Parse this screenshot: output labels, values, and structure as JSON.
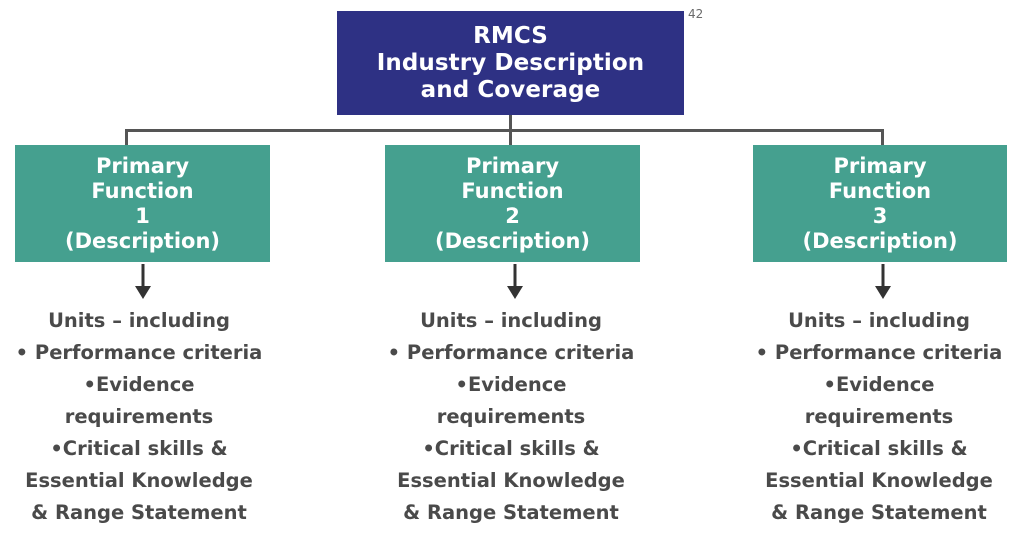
{
  "page": {
    "page_number": "42",
    "background_color": "#ffffff"
  },
  "colors": {
    "root_box": "#2E3184",
    "function_box": "#45A08F",
    "connector": "#555555",
    "detail_text": "#4A4A4A",
    "box_text": "#ffffff"
  },
  "diagram": {
    "type": "hierarchy-tree",
    "root": {
      "lines": [
        "RMCS",
        "Industry Description",
        "and Coverage"
      ]
    },
    "branches": [
      {
        "box_lines": [
          "Primary",
          "Function",
          "1",
          "(Description)"
        ],
        "detail_lines": [
          "Units – including",
          "• Performance criteria",
          "•Evidence",
          "requirements",
          "•Critical skills &",
          "Essential Knowledge",
          "& Range Statement"
        ]
      },
      {
        "box_lines": [
          "Primary",
          "Function",
          "2",
          "(Description)"
        ],
        "detail_lines": [
          "Units – including",
          "• Performance criteria",
          "•Evidence",
          "requirements",
          "•Critical skills &",
          "Essential Knowledge",
          "& Range Statement"
        ]
      },
      {
        "box_lines": [
          "Primary",
          "Function",
          "3",
          "(Description)"
        ],
        "detail_lines": [
          "Units – including",
          "• Performance criteria",
          "•Evidence",
          "requirements",
          "•Critical skills &",
          "Essential Knowledge",
          "& Range Statement"
        ]
      }
    ]
  }
}
